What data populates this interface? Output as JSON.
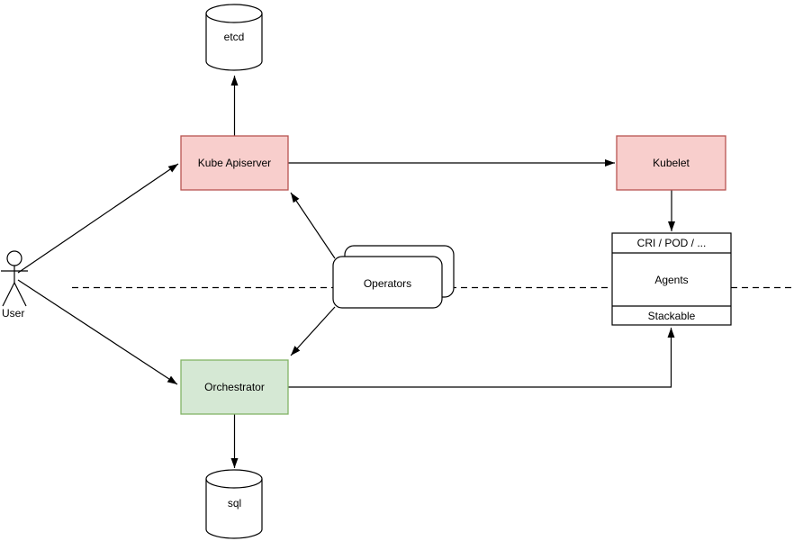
{
  "diagram": {
    "background_color": "#ffffff",
    "colors": {
      "red_fill": "#f8cecc",
      "red_stroke": "#b85450",
      "green_fill": "#d5e8d4",
      "green_stroke": "#82b366",
      "plain_fill": "#ffffff",
      "plain_stroke": "#000000",
      "edge_color": "#000000",
      "text_color": "#000000"
    },
    "nodes": {
      "etcd": {
        "label": "etcd",
        "shape": "cylinder"
      },
      "kube_apiserver": {
        "label": "Kube Apiserver",
        "shape": "rectangle",
        "color": "red"
      },
      "kubelet": {
        "label": "Kubelet",
        "shape": "rectangle",
        "color": "red"
      },
      "cri_pod_stack": {
        "shape": "stacked-rectangle",
        "header_label": "CRI / POD / ...",
        "body_label": "Agents",
        "footer_label": "Stackable"
      },
      "operators": {
        "label": "Operators",
        "shape": "stacked-rounded-rectangle"
      },
      "orchestrator": {
        "label": "Orchestrator",
        "shape": "rectangle",
        "color": "green"
      },
      "sql": {
        "label": "sql",
        "shape": "cylinder"
      },
      "user": {
        "label": "User",
        "shape": "actor"
      }
    },
    "edges": [
      {
        "from": "user",
        "to": "kube_apiserver",
        "arrow": "end"
      },
      {
        "from": "user",
        "to": "orchestrator",
        "arrow": "end"
      },
      {
        "from": "kube_apiserver",
        "to": "etcd",
        "arrow": "end"
      },
      {
        "from": "kube_apiserver",
        "to": "kubelet",
        "arrow": "end"
      },
      {
        "from": "kubelet",
        "to": "cri_pod_stack_header",
        "arrow": "end"
      },
      {
        "from": "operators",
        "to": "kube_apiserver",
        "arrow": "end"
      },
      {
        "from": "operators",
        "to": "orchestrator",
        "arrow": "end"
      },
      {
        "from": "orchestrator",
        "to": "sql",
        "arrow": "end"
      },
      {
        "from": "orchestrator",
        "to": "cri_pod_stack_footer",
        "arrow": "end"
      }
    ],
    "separator": {
      "style": "dashed",
      "orientation": "horizontal"
    }
  }
}
